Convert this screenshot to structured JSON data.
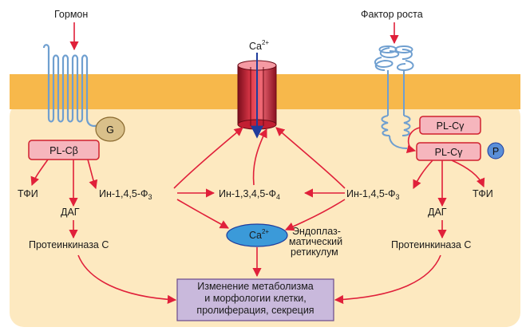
{
  "colors": {
    "membrane": "#f7b84b",
    "cytoplasm": "#fde9c0",
    "arrow": "#e0203a",
    "receptor": "#6f9fd0",
    "enzyme_fill": "#f6b6bd",
    "enzyme_stroke": "#d0202f",
    "g_protein": "#d9c08a",
    "er": "#3b9ad9",
    "result_box": "#c9b9dc"
  },
  "labels": {
    "hormone": "Гормон",
    "growth_factor": "Фактор роста",
    "ca_top": "Ca",
    "ca_top_sup": "2+",
    "g": "G",
    "plcb": "PL-Cβ",
    "plcg_1": "PL-Cγ",
    "plcg_2": "PL-Cγ",
    "p": "P",
    "tfi_left": "ТФИ",
    "ip3_left": "Ин-1,4,5-Ф",
    "ip3_left_sub": "3",
    "ip4": "Ин-1,3,4,5-Ф",
    "ip4_sub": "4",
    "ip3_right": "Ин-1,4,5-Ф",
    "ip3_right_sub": "3",
    "tfi_right": "ТФИ",
    "dag_left": "ДАГ",
    "dag_right": "ДАГ",
    "ca_er": "Ca",
    "ca_er_sup": "2+",
    "er_line1": "Эндоплаз-",
    "er_line2": "матический",
    "er_line3": "ретикулум",
    "pkc_left": "Протеинкиназа С",
    "pkc_right": "Протеинкиназа С",
    "result_line1": "Изменение метаболизма",
    "result_line2": "и морфологии клетки,",
    "result_line3": "пролиферация, секреция"
  }
}
